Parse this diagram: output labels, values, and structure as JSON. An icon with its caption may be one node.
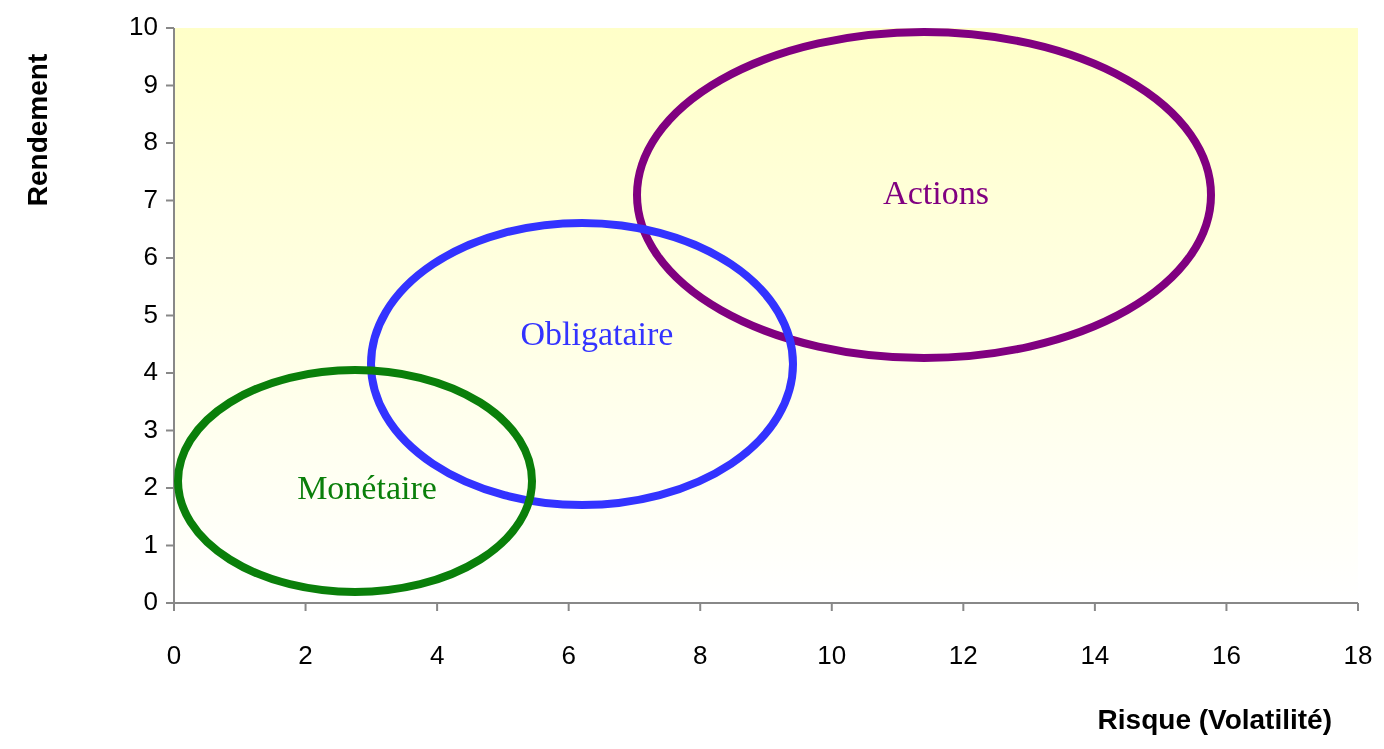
{
  "diagram": {
    "nodes": [
      {
        "text": [
          "Actions"
        ]
      },
      {
        "text": [
          "Obligataire"
        ]
      },
      {
        "text": [
          "Monétaire"
        ]
      }
    ],
    "labels": [
      "Rendement",
      "10",
      "9",
      "8",
      "7",
      "6",
      "5",
      "4",
      "3",
      "2",
      "1",
      "0",
      "0",
      "2",
      "4",
      "6",
      "8",
      "10",
      "12",
      "14",
      "16",
      "18",
      "Risque (Volatilité)"
    ]
  }
}
